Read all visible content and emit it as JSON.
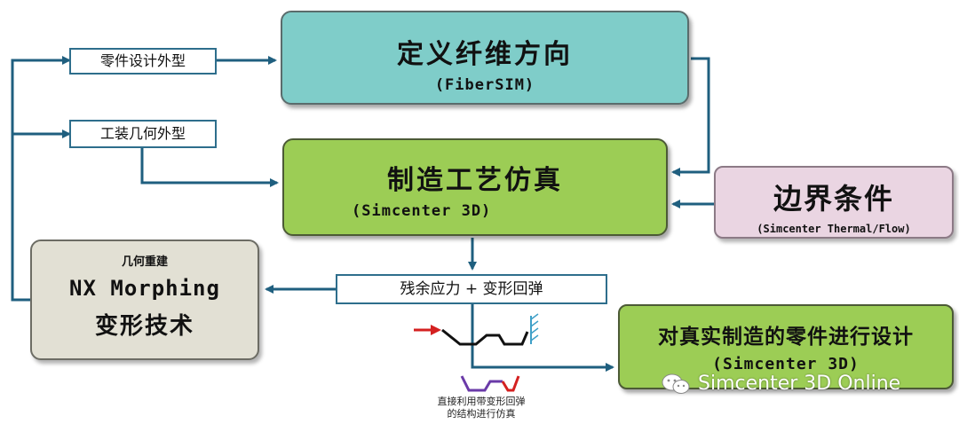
{
  "nodes": {
    "fiber": {
      "title": "定义纤维方向",
      "subtitle": "(FiberSIM)"
    },
    "simulation": {
      "title": "制造工艺仿真",
      "subtitle": "(Simcenter 3D)"
    },
    "boundary": {
      "title": "边界条件",
      "subtitle": "(Simcenter Thermal/Flow)"
    },
    "morphing": {
      "label": "几何重建",
      "name": "NX Morphing",
      "title": "变形技术"
    },
    "design": {
      "title": "对真实制造的零件进行设计",
      "subtitle": "(Simcenter 3D)"
    }
  },
  "labels": {
    "part_shape": "零件设计外型",
    "tool_shape": "工装几何外型",
    "residual": "残余应力 + 变形回弹"
  },
  "caption": {
    "line1": "直接利用带变形回弹",
    "line2": "的结构进行仿真"
  },
  "watermark": {
    "text": "Simcenter 3D Online"
  },
  "colors": {
    "arrow": "#1f5f7f",
    "fiber_box": "#7fcdc9",
    "sim_box": "#9ccd55",
    "boundary_box": "#ead5e2",
    "morphing_box": "#e2e0d4",
    "design_box": "#9ccd55"
  },
  "icons": [
    "wechat-icon"
  ]
}
